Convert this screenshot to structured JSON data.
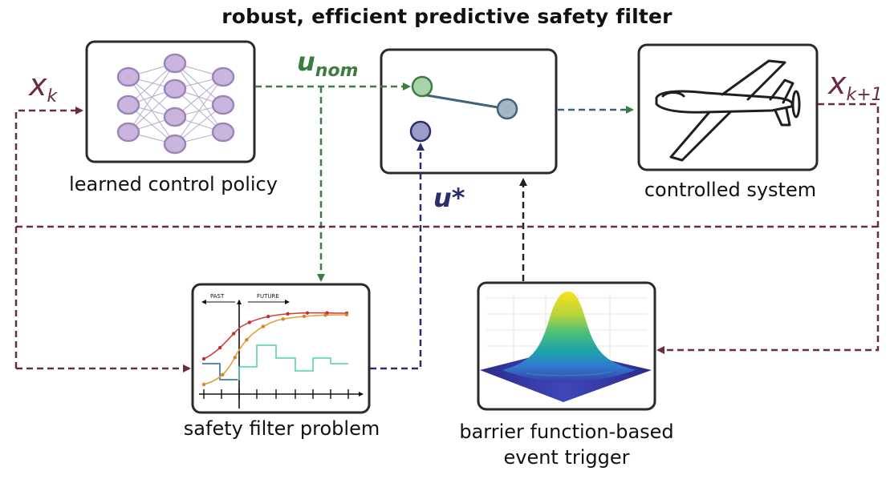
{
  "title": "robust, efficient predictive safety filter",
  "labels": {
    "x_k": {
      "base": "x",
      "sub": "k"
    },
    "x_k1": {
      "base": "x",
      "sub": "k+1"
    },
    "u_nom": {
      "base": "u",
      "sub": "nom"
    },
    "u_star": "u*"
  },
  "blocks": {
    "policy": "learned control policy",
    "system": "controlled system",
    "filter": "safety filter problem",
    "trigger_line1": "barrier function-based",
    "trigger_line2": "event trigger"
  },
  "mpc_plot": {
    "past": "PAST",
    "future": "FUTURE"
  },
  "colors": {
    "green": "#3a7d3f",
    "navy": "#2b2d6e",
    "maroon": "#6b2a48",
    "black": "#222222",
    "neuron": "#c9b5de",
    "neuron_stroke": "#9b86b7",
    "slate": "#3d6478"
  }
}
